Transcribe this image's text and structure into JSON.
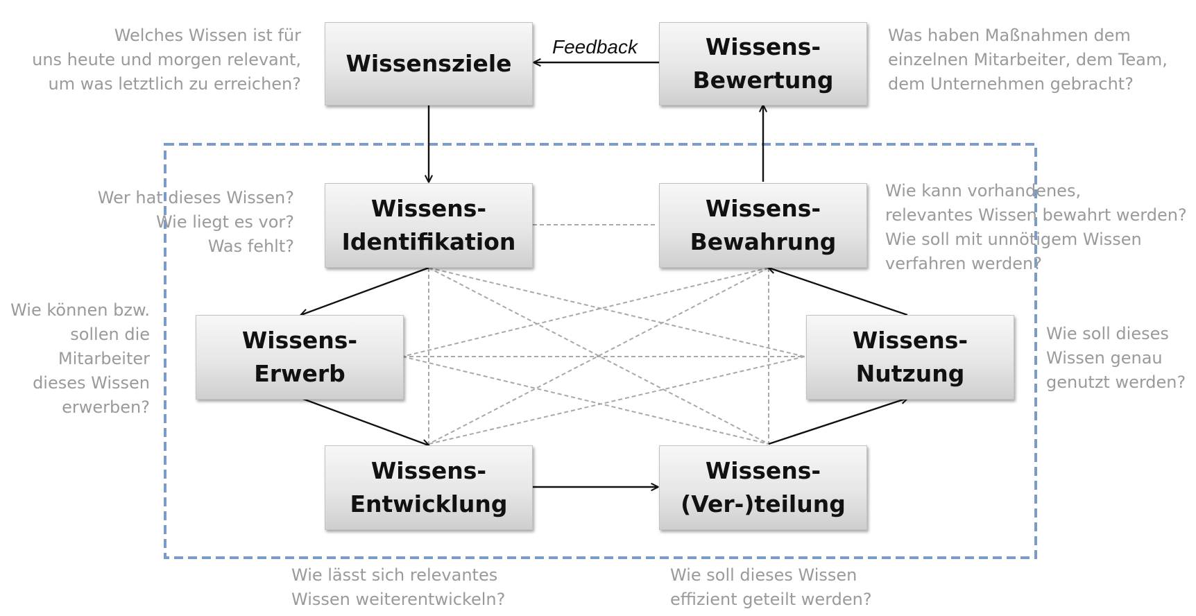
{
  "boxes": {
    "ziele": [
      "Wissensziele"
    ],
    "bewertung": [
      "Wissens-",
      "Bewertung"
    ],
    "identifikation": [
      "Wissens-",
      "Identifikation"
    ],
    "bewahrung": [
      "Wissens-",
      "Bewahrung"
    ],
    "erwerb": [
      "Wissens-",
      "Erwerb"
    ],
    "nutzung": [
      "Wissens-",
      "Nutzung"
    ],
    "entwicklung": [
      "Wissens-",
      "Entwicklung"
    ],
    "verteilung": [
      "Wissens-",
      "(Ver-)teilung"
    ]
  },
  "feedback_label": "Feedback",
  "questions": {
    "ziele": [
      "Welches Wissen ist für",
      "uns heute und morgen relevant,",
      "um was letztlich zu erreichen?"
    ],
    "bewertung": [
      "Was haben Maßnahmen dem",
      "einzelnen Mitarbeiter, dem Team,",
      "dem Unternehmen gebracht?"
    ],
    "identifikation": [
      "Wer hat dieses Wissen?",
      "Wie  liegt es vor?",
      "Was fehlt?"
    ],
    "bewahrung": [
      "Wie kann vorhandenes,",
      "relevantes Wissen bewahrt werden?",
      "Wie soll mit unnötigem Wissen",
      "verfahren werden?"
    ],
    "erwerb": [
      "Wie können bzw.",
      "sollen  die",
      "Mitarbeiter",
      "dieses Wissen",
      "erwerben?"
    ],
    "nutzung": [
      "Wie soll dieses",
      "Wissen genau",
      "genutzt werden?"
    ],
    "entwicklung": [
      "Wie lässt sich relevantes",
      "Wissen weiterentwickeln?"
    ],
    "verteilung": [
      "Wie soll dieses Wissen",
      "effizient geteilt werden?"
    ]
  },
  "colors": {
    "dashed_frame": "#7b9cc8",
    "dotted_links": "#a8a8a8",
    "arrows": "#111111",
    "question_text": "#9a9a9a"
  }
}
